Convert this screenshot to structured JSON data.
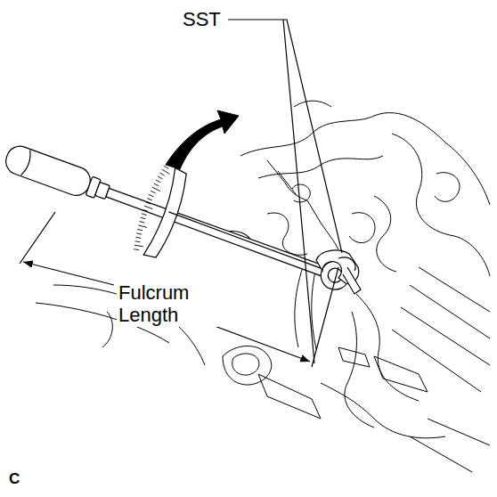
{
  "diagram": {
    "labels": [
      "SST",
      "Fulcrum Length",
      "C"
    ]
  }
}
